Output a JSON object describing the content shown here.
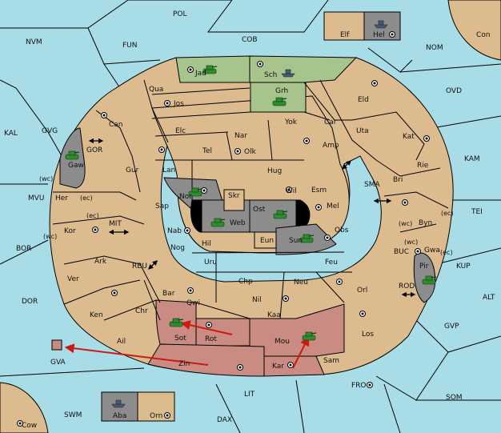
{
  "colors": {
    "sea": "#a8dce6",
    "land": "#dcbb8e",
    "green_owner": "#a7c48d",
    "red_owner": "#c98b82",
    "grey_owner": "#8c8c8c",
    "order_arrow": "#cc1a12",
    "army_unit": "#2e8b2e",
    "fleet_unit": "#4a5a74"
  },
  "sea_labels": [
    "POL",
    "NVM",
    "FUN",
    "COB",
    "NOM",
    "Con",
    "OVD",
    "KAL",
    "GVG",
    "GOR",
    "KAM",
    "MVU",
    "SMA",
    "TEI",
    "BOR",
    "MIT",
    "BUC",
    "KUP",
    "RBU",
    "ROD",
    "DOR",
    "ALT",
    "GVP",
    "GVA",
    "FRO",
    "SOM",
    "LIT",
    "SWM",
    "DAX",
    "Cow"
  ],
  "land_labels": [
    "Jad",
    "Sch",
    "Grh",
    "Qua",
    "Jos",
    "Eld",
    "Can",
    "Yok",
    "Car",
    "Uta",
    "Elc",
    "Nar",
    "Kat",
    "Tel",
    "Olk",
    "Amp",
    "Gur",
    "Lan",
    "Hug",
    "Rie",
    "Bri",
    "Gaw",
    "Nor",
    "Skr",
    "Wil",
    "Esm",
    "Sap",
    "Ost",
    "Mel",
    "Byn",
    "Her",
    "Web",
    "Sun",
    "Eun",
    "Obs",
    "Gwa",
    "Kor",
    "Nab",
    "Hil",
    "Nog",
    "Uru",
    "Feu",
    "Pir",
    "Ark",
    "Chp",
    "Neu",
    "Orl",
    "Ver",
    "Bar",
    "Qwi",
    "Nil",
    "Ken",
    "Kaa",
    "Chr",
    "Sot",
    "Rot",
    "Los",
    "Mou",
    "Ail",
    "Sam",
    "Zin",
    "Kar",
    "Elf",
    "Hel",
    "Aba",
    "Orn"
  ],
  "coast_labels": [
    "(wc)",
    "(ec)",
    "(ec)",
    "(wc)",
    "(wc)",
    "(ec)",
    "(wc)",
    "(ec)"
  ],
  "units": [
    {
      "type": "army",
      "province": "Jad"
    },
    {
      "type": "army",
      "province": "Grh"
    },
    {
      "type": "army",
      "province": "Gaw"
    },
    {
      "type": "army",
      "province": "Nor"
    },
    {
      "type": "army",
      "province": "Web"
    },
    {
      "type": "army",
      "province": "Ost"
    },
    {
      "type": "army",
      "province": "Sun"
    },
    {
      "type": "army",
      "province": "Sot"
    },
    {
      "type": "army",
      "province": "Mou"
    },
    {
      "type": "army",
      "province": "Pir"
    },
    {
      "type": "fleet",
      "province": "Sch"
    },
    {
      "type": "fleet",
      "province": "Hel"
    },
    {
      "type": "fleet",
      "province": "Aba"
    }
  ],
  "orders": [
    {
      "from": "Rot",
      "to": "Sot"
    },
    {
      "from": "Zin",
      "to": "GVA"
    },
    {
      "from": "Kar",
      "to": "Mou"
    }
  ]
}
